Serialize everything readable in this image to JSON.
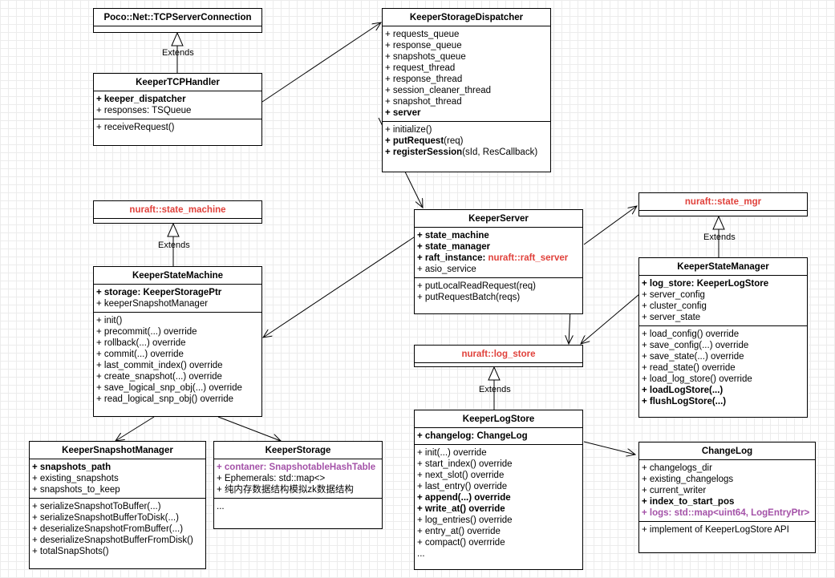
{
  "tcp_server_connection": {
    "title": "Poco::Net::TCPServerConnection"
  },
  "tcp_handler": {
    "title": "KeeperTCPHandler",
    "attributes": [
      "+ keeper_dispatcher",
      "+ responses: TSQueue"
    ],
    "methods": [
      "+ receiveRequest()"
    ]
  },
  "dispatcher": {
    "title": "KeeperStorageDispatcher",
    "attributes": [
      "+ requests_queue",
      "+ response_queue",
      "+ snapshots_queue",
      "+ request_thread",
      "+ response_thread",
      "+ session_cleaner_thread",
      "+ snapshot_thread",
      "+ server"
    ],
    "methods": [
      "+ initialize()",
      "+ putRequest",
      "(req)",
      "+ registerSession",
      "(sId, ResCallback)"
    ]
  },
  "nuraft_state_machine": {
    "title": "nuraft::state_machine"
  },
  "state_machine": {
    "title": "KeeperStateMachine",
    "attributes": [
      "+ storage: KeeperStoragePtr",
      "+ keeperSnapshotManager"
    ],
    "methods": [
      "+ init()",
      "+ precommit(...) override",
      "+ rollback(...) override",
      "+ commit(...) override",
      "+ last_commit_index() override",
      "+ create_snapshot(...) override",
      "+ save_logical_snp_obj(...) override",
      "+ read_logical_snp_obj() override"
    ]
  },
  "server": {
    "title": "KeeperServer",
    "attributes": [
      "+ state_machine",
      "+ state_manager",
      "+ raft_instance: ",
      "nuraft::raft_server",
      "+ asio_service"
    ],
    "methods": [
      "+ putLocalReadRequest(req)",
      "+ putRequestBatch(reqs)"
    ]
  },
  "nuraft_state_mgr": {
    "title": "nuraft::state_mgr"
  },
  "state_manager": {
    "title": "KeeperStateManager",
    "attributes": [
      "+ log_store: KeeperLogStore",
      "+ server_config",
      "+ cluster_config",
      "+ server_state"
    ],
    "methods": [
      "+ load_config() override",
      "+ save_config(...) override",
      "+ save_state(...) override",
      "+ read_state() override",
      "+ load_log_store() override",
      "+ loadLogStore(...)",
      "+ flushLogStore(...)"
    ]
  },
  "nuraft_log_store": {
    "title": "nuraft::log_store"
  },
  "log_store": {
    "title": "KeeperLogStore",
    "attributes": [
      "+ changelog: ChangeLog"
    ],
    "methods": [
      "+ init(...) override",
      "+ start_index() override",
      "+ next_slot() override",
      "+ last_entry() override",
      "+ append(...) override",
      "+ write_at() override",
      "+ log_entries() override",
      "+ entry_at() override",
      "+ compact() overrride",
      "..."
    ]
  },
  "snapshot_manager": {
    "title": "KeeperSnapshotManager",
    "attributes": [
      "+ snapshots_path",
      "+ existing_snapshots",
      "+ snapshots_to_keep"
    ],
    "methods": [
      "+ serializeSnapshotToBuffer(...)",
      "+ serializeSnapshotBufferToDisk(...)",
      "+ deserializeSnapshotFromBuffer(...)",
      "+ deserializeSnapshotBufferFromDisk()",
      "+ totalSnapShots()"
    ]
  },
  "storage": {
    "title": "KeeperStorage",
    "attributes": [
      "+ contaner: SnapshotableHashTable",
      "+ Ephemerals: std::map<>",
      "+ 纯内存数据结构模拟zk数据结构"
    ],
    "methods": [
      "..."
    ]
  },
  "changelog": {
    "title": "ChangeLog",
    "attributes": [
      "+ changelogs_dir",
      "+ existing_changelogs",
      "+ current_writer",
      "+ index_to_start_pos",
      "+ logs: std::map<uint64, LogEntryPtr>"
    ],
    "methods": [
      "+ implement of KeeperLogStore API"
    ]
  },
  "extends_label": "Extends",
  "colors": {
    "red": "#e0413b",
    "purple": "#a452a8",
    "grid": "#ececec"
  }
}
